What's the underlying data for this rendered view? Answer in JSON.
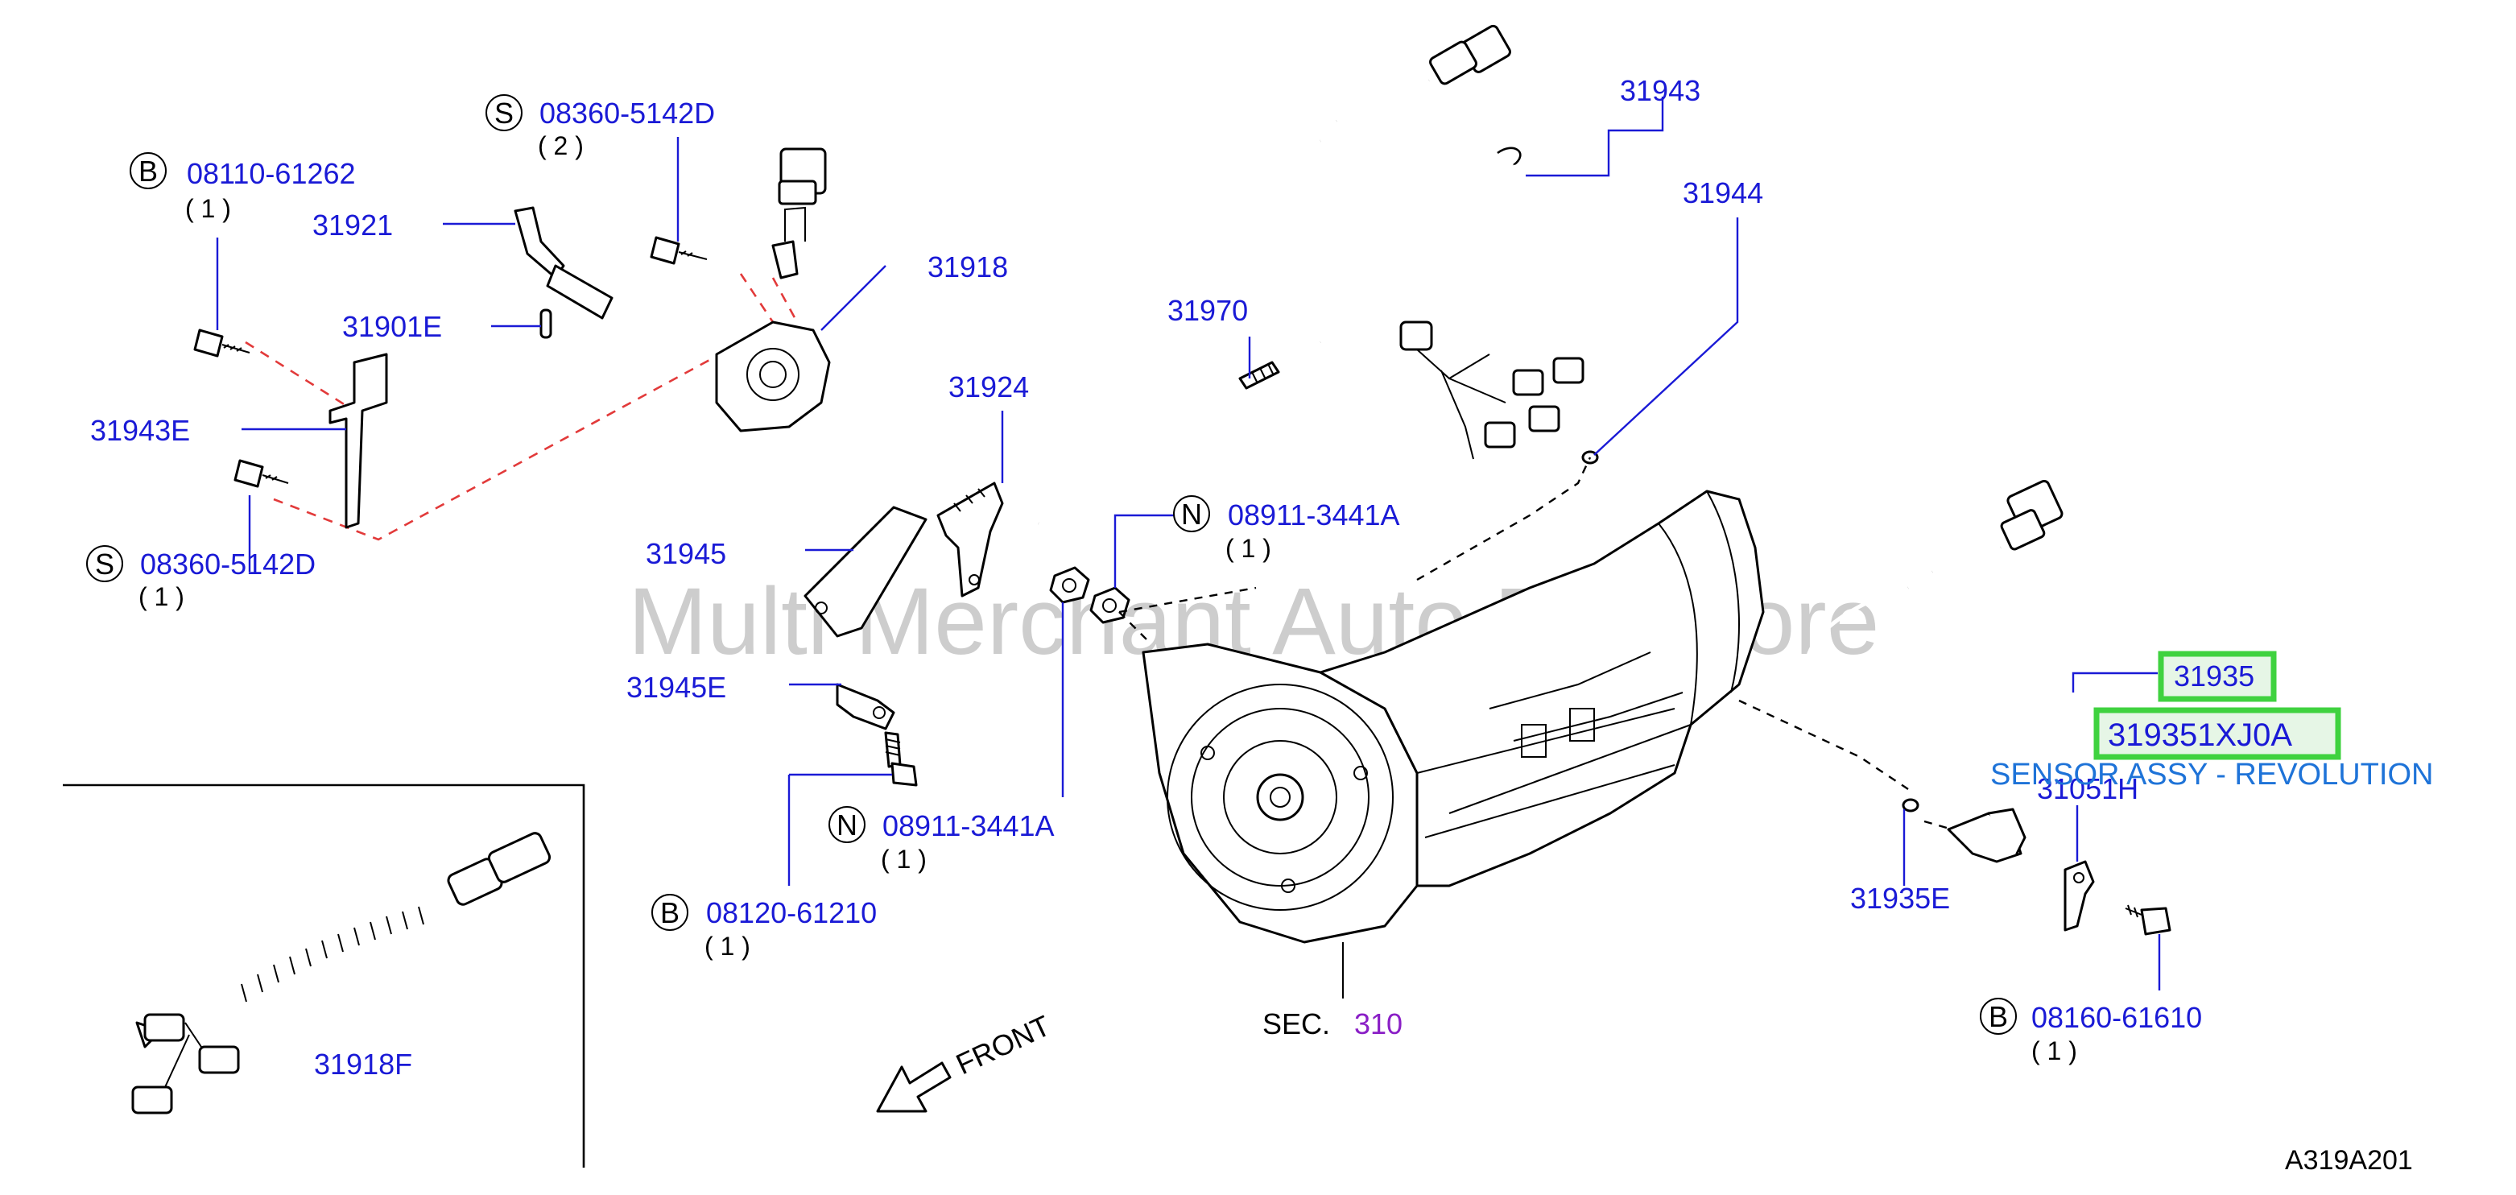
{
  "watermark": "Multi Merchant Auto Partstore",
  "diagram_code": "A319A201",
  "front_label": "FRONT",
  "section_ref": {
    "prefix": "SEC.",
    "number": "310"
  },
  "highlight": {
    "part": "31935",
    "replacement": "319351XJ0A",
    "description": "SENSOR ASSY - REVOLUTION"
  },
  "callouts": [
    {
      "id": "s-083605142d-top",
      "symbol": "S",
      "number": "08360-5142D",
      "qty": "( 2 )"
    },
    {
      "id": "b-0811061262",
      "symbol": "B",
      "number": "08110-61262",
      "qty": "( 1 )"
    },
    {
      "id": "s-083605142d-left",
      "symbol": "S",
      "number": "08360-5142D",
      "qty": "( 1 )"
    },
    {
      "id": "n-089113441a-top",
      "symbol": "N",
      "number": "08911-3441A",
      "qty": "( 1 )"
    },
    {
      "id": "n-089113441a-bottom",
      "symbol": "N",
      "number": "08911-3441A",
      "qty": "( 1 )"
    },
    {
      "id": "b-0812061210",
      "symbol": "B",
      "number": "08120-61210",
      "qty": "( 1 )"
    },
    {
      "id": "b-0816061610",
      "symbol": "B",
      "number": "08160-61610",
      "qty": "( 1 )"
    }
  ],
  "part_labels": [
    {
      "id": "31921",
      "text": "31921"
    },
    {
      "id": "31901e",
      "text": "31901E"
    },
    {
      "id": "31943e",
      "text": "31943E"
    },
    {
      "id": "31918",
      "text": "31918"
    },
    {
      "id": "31924",
      "text": "31924"
    },
    {
      "id": "31945",
      "text": "31945"
    },
    {
      "id": "31945e",
      "text": "31945E"
    },
    {
      "id": "31970",
      "text": "31970"
    },
    {
      "id": "31943",
      "text": "31943"
    },
    {
      "id": "31944",
      "text": "31944"
    },
    {
      "id": "31051h",
      "text": "31051H"
    },
    {
      "id": "31935e",
      "text": "31935E"
    },
    {
      "id": "31918f",
      "text": "31918F"
    }
  ]
}
